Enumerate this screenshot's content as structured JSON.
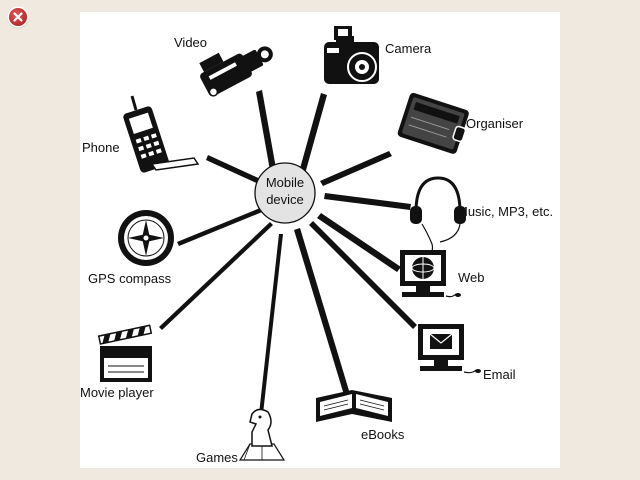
{
  "window": {
    "close_icon": "close-icon",
    "accent": "#c0282a"
  },
  "diagram": {
    "center_label": [
      "Mobile",
      "device"
    ],
    "spokes": [
      {
        "label": "Video",
        "icon": "video-camera-icon"
      },
      {
        "label": "Camera",
        "icon": "camera-icon"
      },
      {
        "label": "Organiser",
        "icon": "organiser-icon"
      },
      {
        "label": "Music, MP3, etc.",
        "icon": "headphones-icon"
      },
      {
        "label": "Web",
        "icon": "web-monitor-icon"
      },
      {
        "label": "Email",
        "icon": "email-monitor-icon"
      },
      {
        "label": "eBooks",
        "icon": "open-book-icon"
      },
      {
        "label": "Games",
        "icon": "chess-knight-icon"
      },
      {
        "label": "Movie player",
        "icon": "clapperboard-icon"
      },
      {
        "label": "GPS compass",
        "icon": "compass-icon"
      },
      {
        "label": "Phone",
        "icon": "mobile-phone-icon"
      }
    ]
  }
}
